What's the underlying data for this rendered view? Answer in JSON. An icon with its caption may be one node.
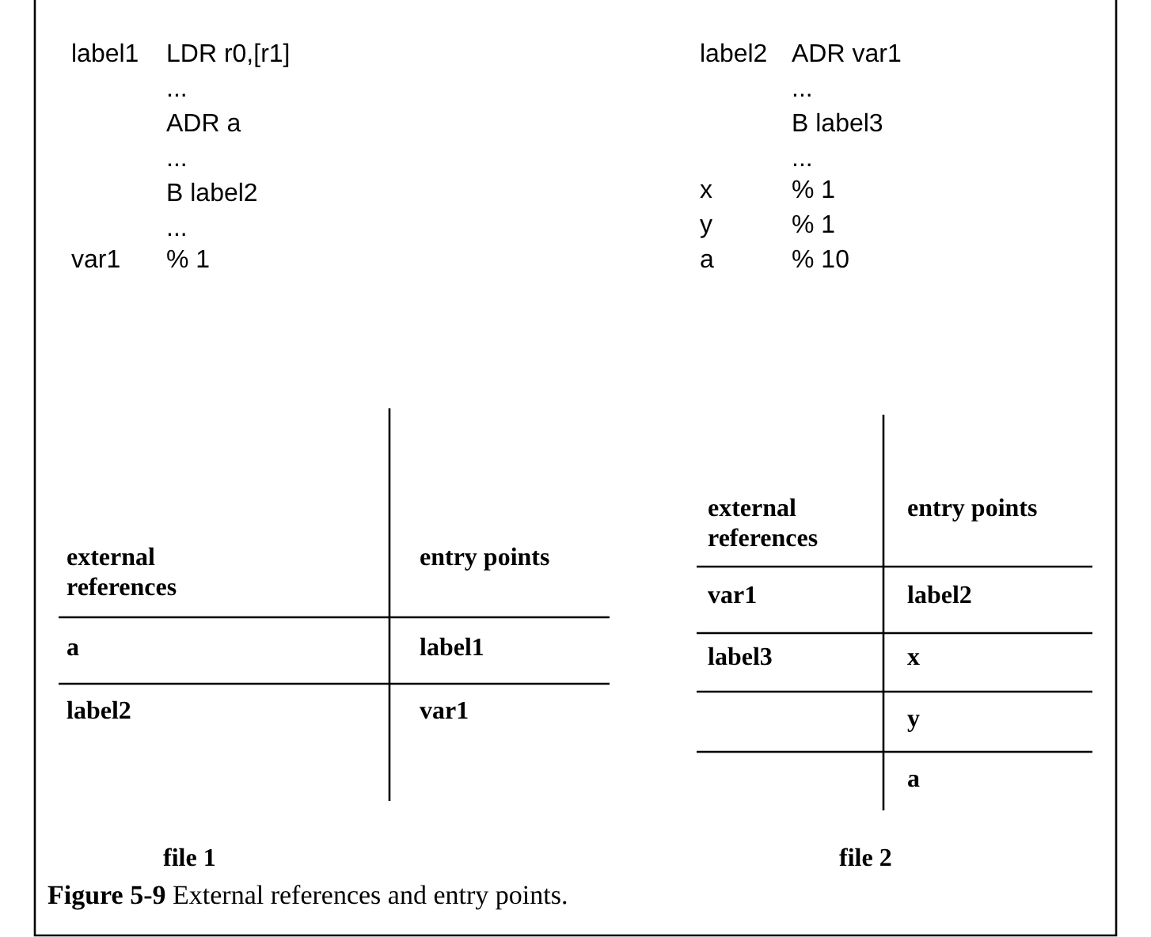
{
  "diagram": {
    "caption": "**Figure 5-9** External references and entry points.",
    "labels": [
      "label1",
      "LDR r0,[r1]",
      "...",
      "ADR a",
      "...",
      "B label2",
      "...",
      "var1",
      "% 1",
      "label2",
      "ADR var1",
      "...",
      "B label3",
      "...",
      "x",
      "% 1",
      "y",
      "% 1",
      "a",
      "% 10",
      "external references",
      "entry points",
      "a",
      "label1",
      "label2",
      "var1",
      "external references",
      "entry points",
      "var1",
      "label2",
      "label3",
      "x",
      "y",
      "a",
      "file 1",
      "file 2"
    ]
  }
}
